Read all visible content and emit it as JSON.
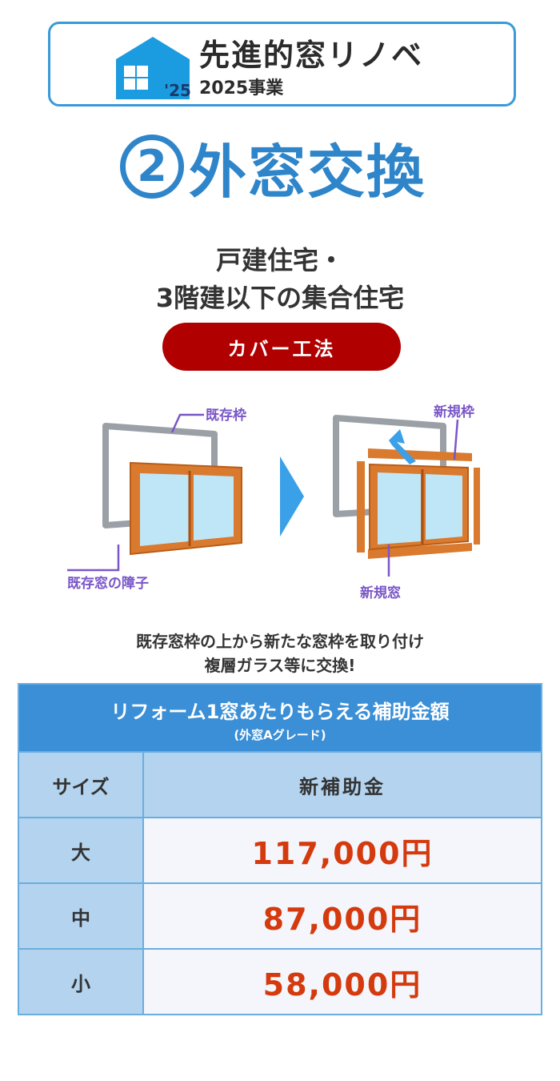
{
  "banner": {
    "title": "先進的窓リノベ",
    "subtitle": "2025事業",
    "logo_year": "'25"
  },
  "heading": {
    "number": "2",
    "text": "外窓交換"
  },
  "target": {
    "line1": "戸建住宅・",
    "line2": "3階建以下の集合住宅"
  },
  "method": "カバー工法",
  "illustration": {
    "existing_frame_label": "既存枠",
    "existing_sash_label": "既存窓の障子",
    "new_frame_label": "新規枠",
    "new_window_label": "新規窓"
  },
  "description": {
    "line1": "既存窓枠の上から新たな窓枠を取り付け",
    "line2": "複層ガラス等に交換!"
  },
  "table": {
    "title": "リフォーム1窓あたりもらえる補助金額",
    "note": "(外窓Aグレード)",
    "col_size": "サイズ",
    "col_amount": "新補助金",
    "rows": [
      {
        "size": "大",
        "amount": "117,000円"
      },
      {
        "size": "中",
        "amount": "87,000円"
      },
      {
        "size": "小",
        "amount": "58,000円"
      }
    ]
  },
  "colors": {
    "accent_blue": "#2f85c9",
    "table_header_blue": "#3a8fd6",
    "pill_red": "#b00000",
    "amount_red": "#d43a0e",
    "callout_purple": "#7a56c8"
  }
}
